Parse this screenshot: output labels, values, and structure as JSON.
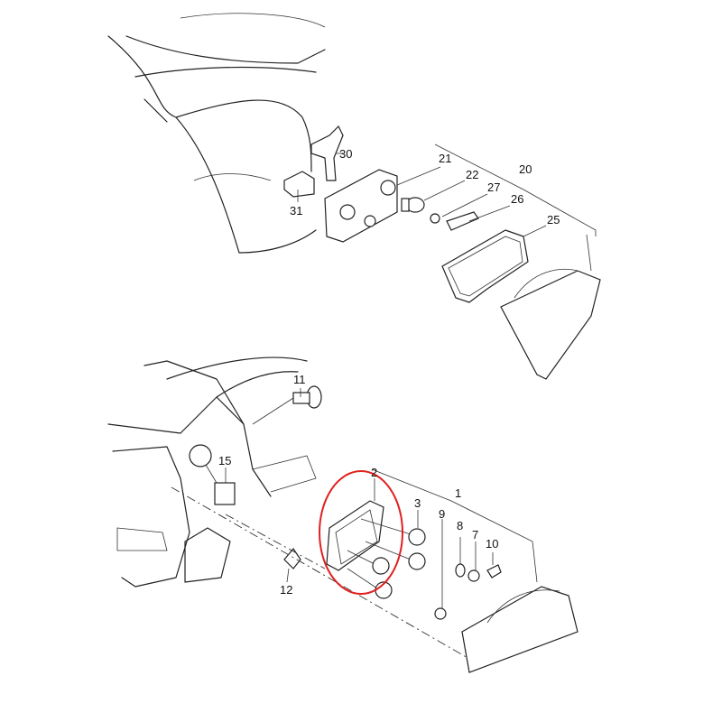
{
  "diagram": {
    "top_assembly": {
      "callouts": [
        "30",
        "31",
        "21",
        "22",
        "20",
        "27",
        "26",
        "25"
      ]
    },
    "bottom_assembly": {
      "callouts": [
        "11",
        "15",
        "2",
        "3",
        "1",
        "9",
        "8",
        "7",
        "10",
        "12"
      ]
    },
    "highlight": {
      "part": "2",
      "color": "#e02020"
    }
  }
}
